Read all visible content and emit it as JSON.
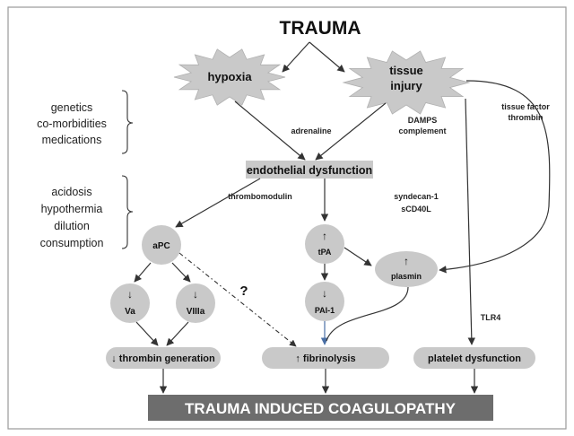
{
  "title": "TRAUMA",
  "bursts": {
    "hypoxia": "hypoxia",
    "tissue_1": "tissue",
    "tissue_2": "injury"
  },
  "left_factors_1": [
    "genetics",
    "co-morbidities",
    "medications"
  ],
  "left_factors_2": [
    "acidosis",
    "hypothermia",
    "dilution",
    "consumption"
  ],
  "labels": {
    "adrenaline": "adrenaline",
    "damps_1": "DAMPS",
    "damps_2": "complement",
    "tissue_factor_1": "tissue factor",
    "tissue_factor_2": "thrombin",
    "thrombomodulin": "thrombomodulin",
    "syndecan_1": "syndecan-1",
    "syndecan_2": "sCD40L",
    "tlr4": "TLR4",
    "question": "?"
  },
  "endothelial": "endothelial dysfunction",
  "nodes": {
    "apc": "aPC",
    "va_arrow": "↓",
    "va": "Va",
    "viiia_arrow": "↓",
    "viiia": "VIIIa",
    "tpa_arrow": "↑",
    "tpa": "tPA",
    "pai_arrow": "↓",
    "pai": "PAI-1",
    "plasmin_arrow": "↑",
    "plasmin": "plasmin"
  },
  "outcomes": {
    "thrombin": "↓ thrombin generation",
    "fibrinolysis": "↑ fibrinolysis",
    "platelet": "platelet dysfunction"
  },
  "banner": "TRAUMA INDUCED COAGULOPATHY",
  "colors": {
    "shape_fill": "#c9c9c9",
    "banner_fill": "#6d6d6d",
    "banner_text": "#ffffff",
    "line": "#333333",
    "frame": "#9a9a9a"
  }
}
